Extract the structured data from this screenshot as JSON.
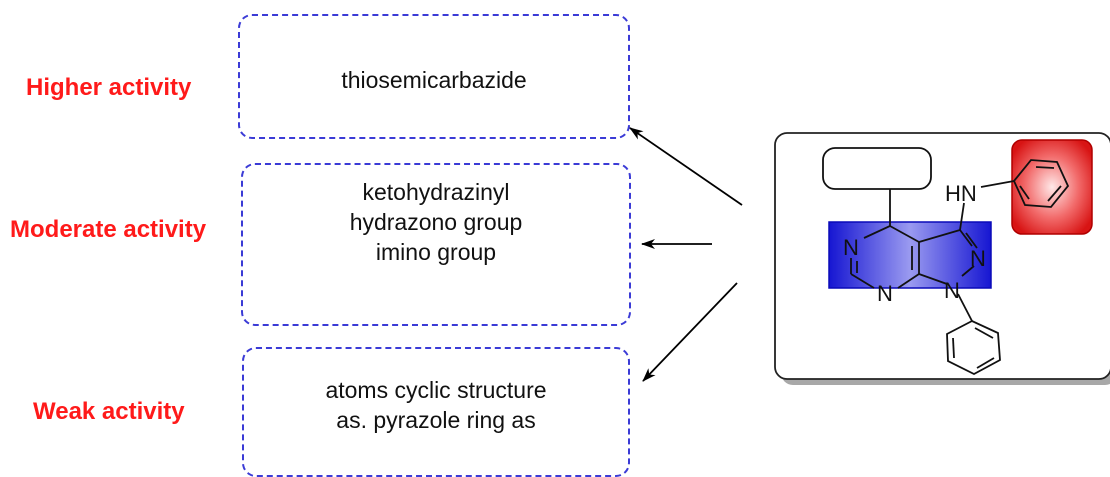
{
  "labels": {
    "higher": "Higher activity",
    "moderate": "Moderate activity",
    "weak": "Weak activity"
  },
  "boxes": {
    "higher": {
      "lines": [
        "thiosemicarbazide"
      ]
    },
    "moderate": {
      "lines": [
        "ketohydrazinyl",
        "hydrazono group",
        "imino group"
      ]
    },
    "weak": {
      "lines": [
        "atoms cyclic structure",
        "as. pyrazole ring as"
      ]
    }
  },
  "molecule": {
    "atoms": {
      "hn": "HN",
      "n_pyrimidine_top": "N",
      "n_pyrimidine_bottom": "N",
      "n_pyrazole_2": "N",
      "n_pyrazole_1": "N"
    },
    "highlight_colors": {
      "core": "#1a1ad6",
      "phenyl": "#e01818"
    }
  },
  "colors": {
    "activity_label": "#ff1a1a",
    "box_border": "#3b3bd6",
    "arrow": "#000000"
  }
}
